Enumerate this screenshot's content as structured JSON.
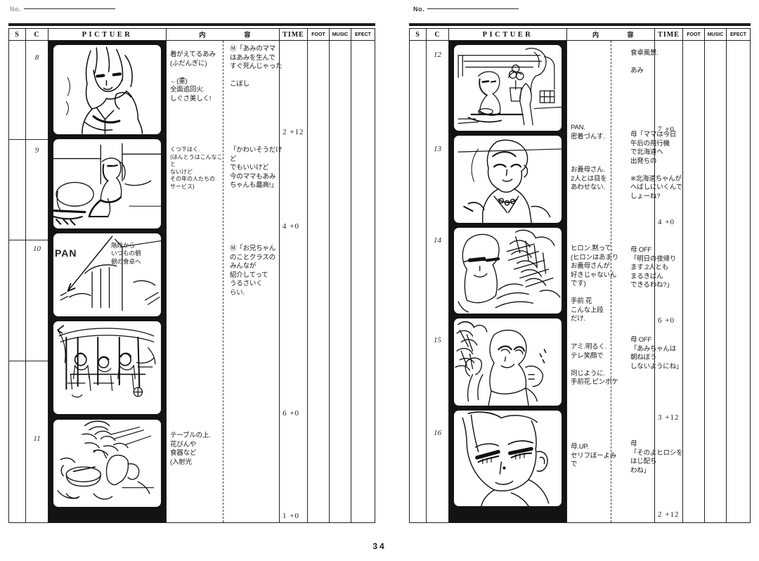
{
  "document": {
    "kind": "anime-storyboard-spread",
    "page_number": "34",
    "no_label": "No.",
    "no_label_left": "No."
  },
  "headers": {
    "s": "S",
    "c": "C",
    "picture": "PICTUER",
    "content_left": "内",
    "content_right": "容",
    "time": "TIME",
    "foot": "FOOT",
    "music": "MUSIC",
    "efect": "EFECT"
  },
  "left_page": {
    "cuts": [
      {
        "c": "8",
        "time": "2 +12",
        "foot": "",
        "music": "",
        "efect": "",
        "picture_caption": "",
        "direction": "着がえてるあみ\n(ふだんぎに)\n\n←(重)\n全面追回火.\nしぐさ美しく!",
        "dialogue": "Ⓜ「あみのママ\nはあみを生んで\nすぐ死んじゃった\n\nこぼし"
      },
      {
        "c": "9",
        "time": "4 +0",
        "foot": "",
        "music": "",
        "efect": "",
        "picture_caption": "",
        "direction": "くつ下はく.\n(ほんとうはこんなこと\nないけど\nその年の人たちの\nサービス)",
        "dialogue": "「かわいそうだけど\nでもいいけど\n今のママもあみ\nちゃんも最高!」"
      },
      {
        "c": "10",
        "time": "6 +0",
        "foot": "",
        "music": "",
        "efect": "",
        "picture_caption": "PAN",
        "picture_note": "階段から\nいつもの朝\n朝の食卓へ",
        "direction": "",
        "dialogue": "Ⓜ「お兄ちゃん\nのことクラスの\nみんなが\n紹介してって\nうるさいく\nらい."
      },
      {
        "c": "11",
        "time": "1 +0",
        "foot": "",
        "music": "",
        "efect": "",
        "picture_caption": "",
        "direction": "テーブルの上.\n花びんや\n食器など\n(入射光",
        "dialogue": ""
      }
    ]
  },
  "right_page": {
    "cuts": [
      {
        "c": "12",
        "time": "7 +0",
        "foot": "",
        "music": "",
        "efect": "",
        "picture_caption": "",
        "direction": "PAN.\n密着づんす.",
        "dialogue": "食卓風景.\n\nあみ"
      },
      {
        "c": "13",
        "time": "4 +0",
        "foot": "",
        "music": "",
        "efect": "",
        "picture_caption": "",
        "direction": "お義母さん.\n2人とは目を\nあわせない.",
        "dialogue": "母「ママは今日\n午后の飛行機\nで北海道へ\n出発ちの\n\n※北海道ちゃんが\nへばしにいくんで\nしょーね?"
      },
      {
        "c": "14",
        "time": "6 +0",
        "foot": "",
        "music": "",
        "efect": "",
        "picture_caption": "",
        "direction": "ヒロン.黙って.\n(ヒロンはあまり\nお義母さんが\n好きじゃないん\nです)\n\n手前 花\nこんな上段\nだけ.",
        "dialogue": "母 OFF\n「明日の夜帰り\nます.2人とも\nまるきばん\nできるわね?」"
      },
      {
        "c": "15",
        "time": "3 +12",
        "foot": "",
        "music": "",
        "efect": "",
        "picture_caption": "",
        "direction": "アミ.明るく.\nテレ笑顔で\n\n同じように.\n手前花.ピンボケ",
        "dialogue": "母 OFF\n「あみちゃんは\n朝ねぼう\nしないようにね」"
      },
      {
        "c": "16",
        "time": "2 +12",
        "foot": "",
        "music": "",
        "efect": "",
        "picture_caption": "",
        "direction": "母.UP.\nセリフぼーよみ\nで",
        "dialogue": "母\n「そのよヒロシを\nはじ配ち\nわね」"
      }
    ]
  }
}
